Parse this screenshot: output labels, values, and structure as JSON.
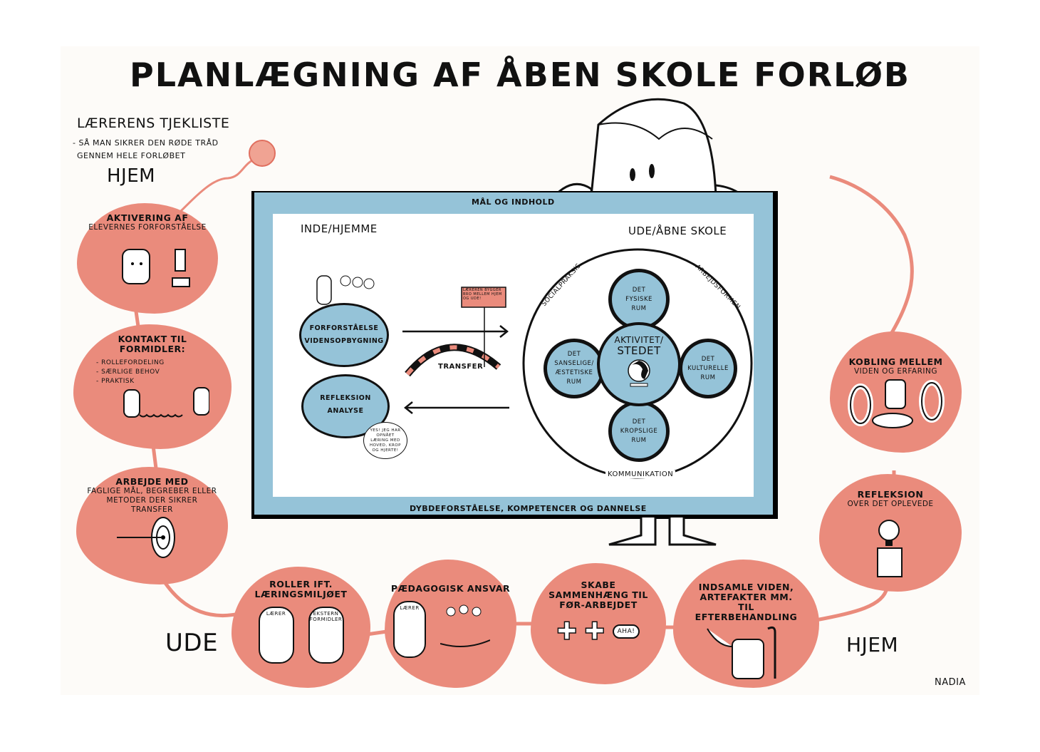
{
  "title": "Planlægning af åben skole forløb",
  "checklist": {
    "heading": "Lærerens tjekliste",
    "subtitle_line1": "- Så man sikrer den røde tråd",
    "subtitle_line2": "gennem hele forløbet"
  },
  "labels": {
    "hjem_top": "Hjem",
    "ude": "Ude",
    "hjem_bottom": "Hjem",
    "signature": "Nadia"
  },
  "steps": [
    {
      "title": "Aktivering af",
      "subtitle": "elevernes forforståelse"
    },
    {
      "title": "Kontakt til formidler:",
      "bullets": [
        "- Rollefordeling",
        "- Særlige behov",
        "- Praktisk"
      ]
    },
    {
      "title": "Arbejde med",
      "subtitle": "faglige mål, begreber eller metoder der sikrer transfer"
    },
    {
      "title": "Roller ift.",
      "subtitle": "læringsmiljøet",
      "tags": [
        "Lærer",
        "Ekstern formidler"
      ]
    },
    {
      "title": "Pædagogisk ansvar",
      "tags": [
        "Lærer"
      ]
    },
    {
      "title": "Skabe sammenhæng til før-arbejdet",
      "exclaim": "Aha!"
    },
    {
      "title": "Indsamle viden, artefakter mm. til efterbehandling"
    },
    {
      "title": "Refleksion",
      "subtitle": "over det oplevede"
    },
    {
      "title": "Kobling mellem",
      "subtitle": "viden og erfaring"
    }
  ],
  "screen": {
    "top_label": "Mål og indhold",
    "bottom_label": "Dybdeforståelse, kompetencer og dannelse",
    "left_heading": "Inde/hjemme",
    "right_heading": "Ude/åbne skole",
    "forforstaaelse": [
      "Forforståelse",
      "Vidensopbygning"
    ],
    "refleksion": [
      "Refleksion",
      "Analyse"
    ],
    "speech": "Yes! Jeg har opnået læring med hoved, krop og hjerte!",
    "sign": "Læreren bygger bro mellem hjem og ude!",
    "transfer": "Transfer",
    "ring": {
      "top_left": "Socialpraksis",
      "top_right": "Arbejdsformen",
      "bottom": "Kommunikation"
    },
    "center": [
      "Aktivitet/",
      "Stedet"
    ],
    "rooms": {
      "top": [
        "Det",
        "fysiske",
        "rum"
      ],
      "left": [
        "Det",
        "sanselige/",
        "æstetiske",
        "rum"
      ],
      "right": [
        "Det",
        "kulturelle",
        "rum"
      ],
      "bottom": [
        "Det",
        "kropslige",
        "rum"
      ]
    }
  },
  "colors": {
    "salmon": "#ea8b7c",
    "blue": "#95c3d8",
    "ink": "#111111"
  }
}
